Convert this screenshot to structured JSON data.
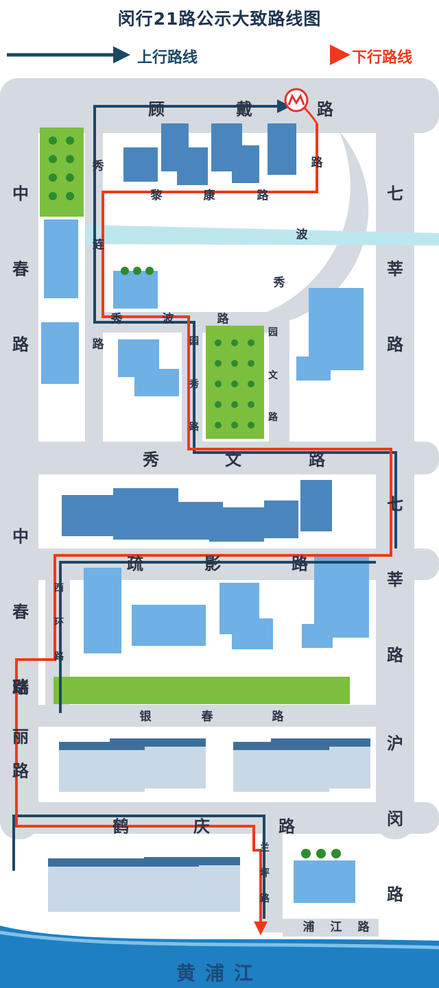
{
  "title": "闵行21路公示大致路线图",
  "legend": {
    "up": {
      "label": "上行路线",
      "color": "#1c4866"
    },
    "down": {
      "label": "下行路线",
      "color": "#f0391b"
    }
  },
  "roads": {
    "gudai": [
      "顾",
      "戴",
      "路"
    ],
    "likang": [
      "黎",
      "康",
      "路"
    ],
    "xiulian": [
      "秀",
      "涟",
      "路"
    ],
    "zhongchun_upper": [
      "中",
      "春",
      "路"
    ],
    "zhongchun_mid": [
      "中",
      "春",
      "路"
    ],
    "qixin_upper": [
      "七",
      "莘",
      "路"
    ],
    "qixin_lower": [
      "七",
      "莘",
      "路"
    ],
    "xiubo": [
      "秀",
      "波",
      "路"
    ],
    "xiubo_curve": [
      "秀",
      "波",
      "路"
    ],
    "yuanxiu": [
      "园",
      "秀",
      "路"
    ],
    "yuanwen": [
      "园",
      "文",
      "路"
    ],
    "xiuwen": [
      "秀",
      "文",
      "路"
    ],
    "shuying": [
      "疏",
      "影",
      "路"
    ],
    "xihuan": [
      "西",
      "环",
      "路"
    ],
    "yinchun": [
      "银",
      "春",
      "路"
    ],
    "ruili": [
      "瑞",
      "丽",
      "路"
    ],
    "hugang": [
      "沪",
      "闵",
      "路"
    ],
    "heqing": [
      "鹤",
      "庆",
      "路"
    ],
    "lanping": [
      "兰",
      "坪",
      "路"
    ],
    "pujiang": [
      "浦",
      "江",
      "路"
    ]
  },
  "river": "黄浦江",
  "metro_icon": "shanghai-metro-icon"
}
